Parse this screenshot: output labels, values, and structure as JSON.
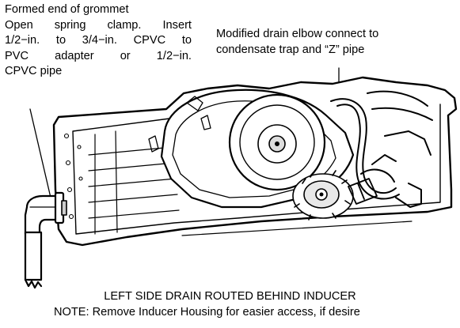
{
  "callout_left": {
    "line1": "Formed end of grommet",
    "line2": "Open spring clamp. Insert",
    "line3": "1/2−in. to 3/4−in. CPVC to",
    "line4": "PVC adapter or 1/2−in.",
    "line5": "CPVC pipe"
  },
  "callout_right": {
    "line1": "Modified drain elbow connect to",
    "line2": "condensate trap and “Z” pipe"
  },
  "caption": {
    "title": "LEFT SIDE DRAIN ROUTED BEHIND INDUCER",
    "note": "NOTE: Remove Inducer Housing for easier access, if desire"
  }
}
